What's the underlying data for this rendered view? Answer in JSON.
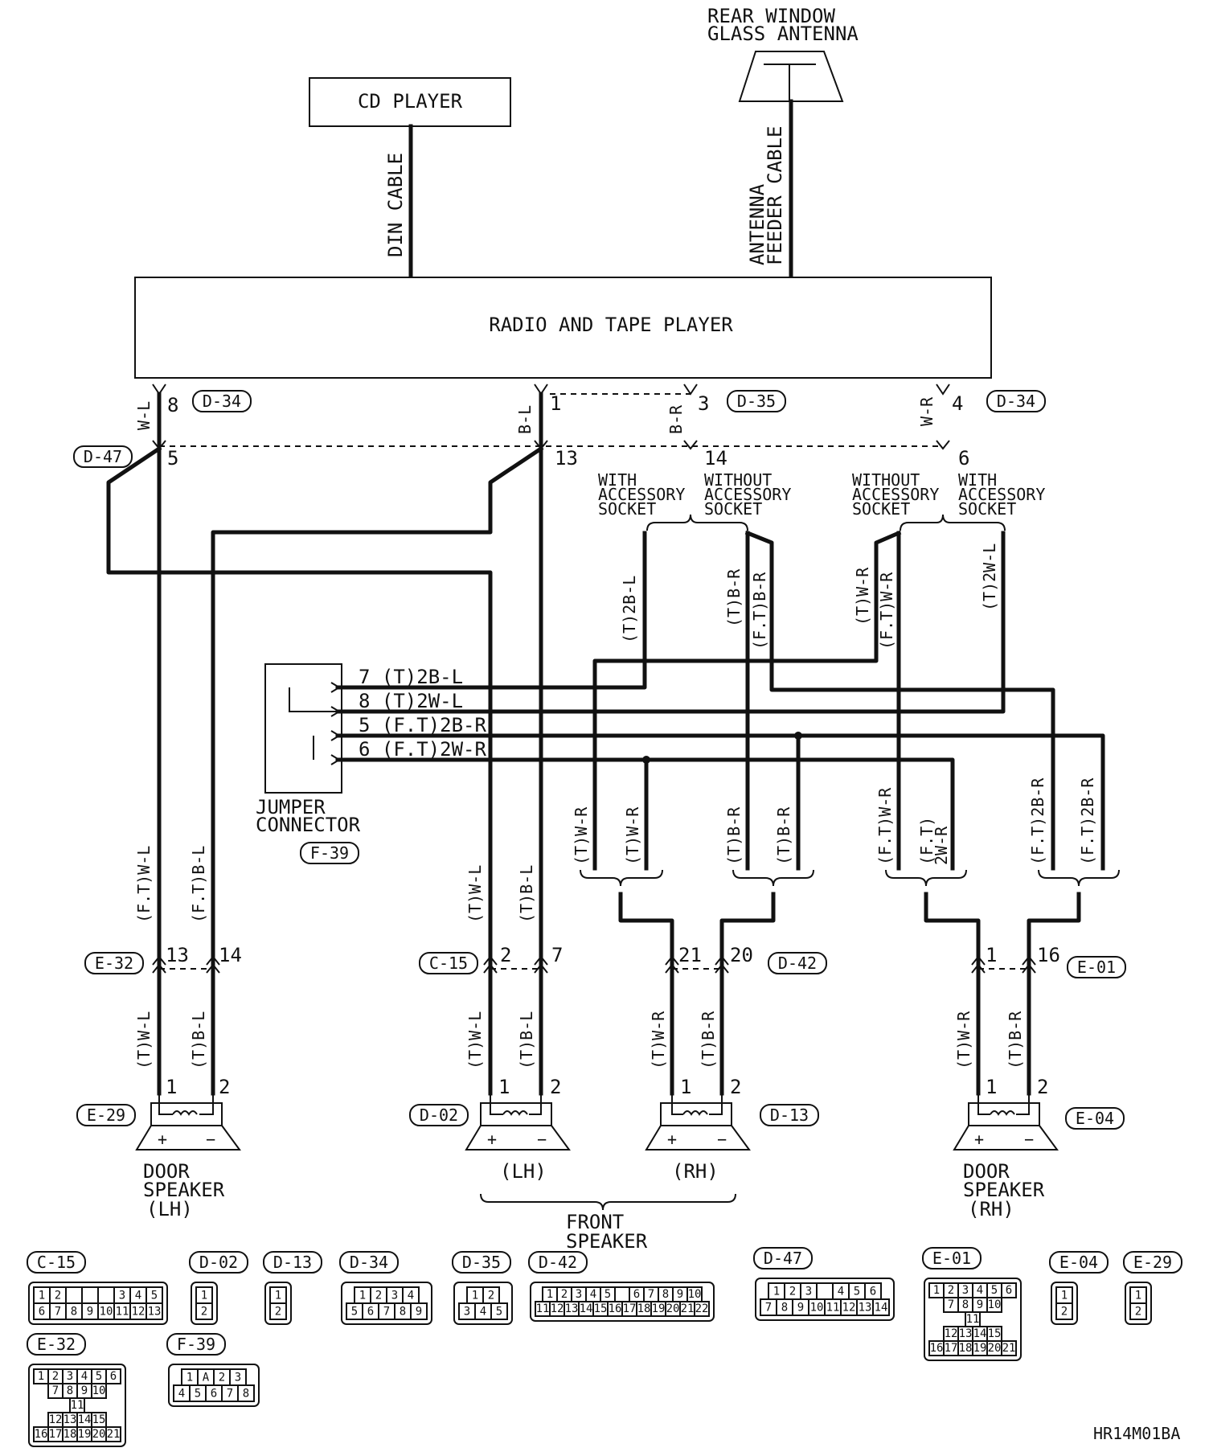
{
  "units": {
    "cd_player": "CD PLAYER",
    "rear_antenna_line1": "REAR WINDOW",
    "rear_antenna_line2": "GLASS ANTENNA",
    "radio": "RADIO AND TAPE PLAYER",
    "din_cable": "DIN CABLE",
    "antenna_cable_line1": "ANTENNA",
    "antenna_cable_line2": "FEEDER CABLE",
    "jumper_line1": "JUMPER",
    "jumper_line2": "CONNECTOR",
    "door_speaker_lh": [
      "DOOR",
      "SPEAKER",
      "(LH)"
    ],
    "door_speaker_rh": [
      "DOOR",
      "SPEAKER",
      "(RH)"
    ],
    "front_speaker_lh": "(LH)",
    "front_speaker_rh": "(RH)",
    "front_speaker_line1": "FRONT",
    "front_speaker_line2": "SPEAKER",
    "with_acc": [
      "WITH",
      "ACCESSORY",
      "SOCKET"
    ],
    "without_acc": [
      "WITHOUT",
      "ACCESSORY",
      "SOCKET"
    ],
    "plus": "+",
    "minus": "−"
  },
  "connectors": {
    "d34a": "D-34",
    "d35": "D-35",
    "d34b": "D-34",
    "d47": "D-47",
    "f39": "F-39",
    "e32": "E-32",
    "c15": "C-15",
    "d42": "D-42",
    "e01": "E-01",
    "e29": "E-29",
    "d02": "D-02",
    "d13": "D-13",
    "e04": "E-04"
  },
  "pins": {
    "r8": "8",
    "r1": "1",
    "r3": "3",
    "r4": "4",
    "j5": "5",
    "j13": "13",
    "j14": "14",
    "j6": "6",
    "e32a": "13",
    "e32b": "14",
    "c15a": "2",
    "c15b": "7",
    "d42a": "21",
    "d42b": "20",
    "e01a": "1",
    "e01b": "16",
    "e29a": "1",
    "e29b": "2",
    "d02a": "1",
    "d02b": "2",
    "d13a": "1",
    "d13b": "2",
    "e04a": "1",
    "e04b": "2"
  },
  "wires": {
    "wl": "W-L",
    "bl": "B-L",
    "br": "B-R",
    "wr": "W-R",
    "t2bl": "(T)2B-L",
    "tbr": "(T)B-R",
    "ftbr": "(F.T)B-R",
    "twr": "(T)W-R",
    "ftwr": "(F.T)W-R",
    "t2wl": "(T)2W-L",
    "j7": "7 (T)2B-L",
    "j8": "8 (T)2W-L",
    "j5": "5 (F.T)2B-R",
    "j6": "6 (F.T)2W-R",
    "ftwl": "(F.T)W-L",
    "ftbl": "(F.T)B-L",
    "twl": "(T)W-L",
    "tbl": "(T)B-L",
    "ftwr2a": "(F.T)",
    "ftwr2b": "2W-R",
    "ft2br": "(F.T)2B-R"
  },
  "footer": {
    "code": "HR14M01BA",
    "faces": [
      {
        "code": "C-15",
        "rows": [
          [
            "1",
            "2",
            "",
            "",
            "",
            "3",
            "4",
            "5"
          ],
          [
            "6",
            "7",
            "8",
            "9",
            "10",
            "11",
            "12",
            "13"
          ]
        ]
      },
      {
        "code": "D-02",
        "rows": [
          [
            "1"
          ],
          [
            "2"
          ]
        ]
      },
      {
        "code": "D-13",
        "rows": [
          [
            "1"
          ],
          [
            "2"
          ]
        ]
      },
      {
        "code": "D-34",
        "rows": [
          [
            "1",
            "2",
            "3",
            "4"
          ],
          [
            "5",
            "6",
            "7",
            "8",
            "9"
          ]
        ]
      },
      {
        "code": "D-35",
        "rows": [
          [
            "1",
            "2"
          ],
          [
            "3",
            "4",
            "5"
          ]
        ]
      },
      {
        "code": "D-42",
        "rows": [
          [
            "1",
            "2",
            "3",
            "4",
            "5",
            "",
            "6",
            "7",
            "8",
            "9",
            "10"
          ],
          [
            "11",
            "12",
            "13",
            "14",
            "15",
            "16",
            "17",
            "18",
            "19",
            "20",
            "21",
            "22"
          ]
        ]
      },
      {
        "code": "D-47",
        "rows": [
          [
            "1",
            "2",
            "3",
            "",
            "4",
            "5",
            "6"
          ],
          [
            "7",
            "8",
            "9",
            "10",
            "11",
            "12",
            "13",
            "14"
          ]
        ]
      },
      {
        "code": "E-01",
        "rows": [
          [
            "1",
            "2",
            "3",
            "4",
            "5",
            "6"
          ],
          [
            "7",
            "8",
            "9",
            "10"
          ],
          [
            "11"
          ],
          [
            "12",
            "13",
            "14",
            "15"
          ],
          [
            "16",
            "17",
            "18",
            "19",
            "20",
            "21"
          ]
        ]
      },
      {
        "code": "E-04",
        "rows": [
          [
            "1"
          ],
          [
            "2"
          ]
        ]
      },
      {
        "code": "E-29",
        "rows": [
          [
            "1"
          ],
          [
            "2"
          ]
        ]
      },
      {
        "code": "E-32",
        "rows": [
          [
            "1",
            "2",
            "3",
            "4",
            "5",
            "6"
          ],
          [
            "7",
            "8",
            "9",
            "10"
          ],
          [
            "11"
          ],
          [
            "12",
            "13",
            "14",
            "15"
          ],
          [
            "16",
            "17",
            "18",
            "19",
            "20",
            "21"
          ]
        ]
      },
      {
        "code": "F-39",
        "rows": [
          [
            "1",
            "A",
            "2",
            "3"
          ],
          [
            "4",
            "5",
            "6",
            "7",
            "8"
          ]
        ]
      }
    ]
  }
}
